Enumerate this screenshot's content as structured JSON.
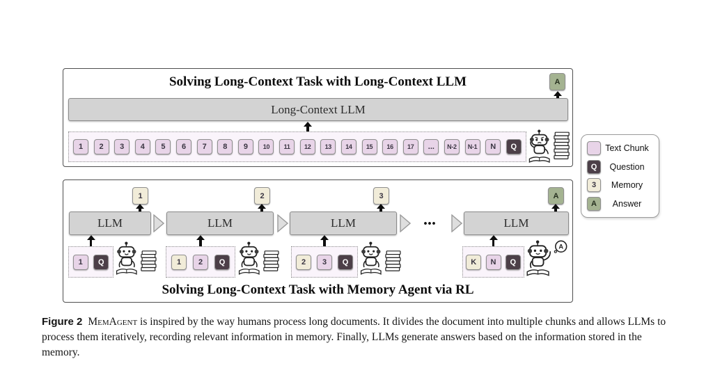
{
  "top_panel": {
    "title": "Solving Long-Context Task with Long-Context LLM",
    "llm_bar_label": "Long-Context LLM",
    "answer_box": "A",
    "question_box": "Q",
    "chunks": [
      "1",
      "2",
      "3",
      "4",
      "5",
      "6",
      "7",
      "8",
      "9",
      "10",
      "11",
      "12",
      "13",
      "14",
      "15",
      "16",
      "17",
      "...",
      "N-2",
      "N-1",
      "N"
    ]
  },
  "legend": {
    "items": [
      {
        "swatch_text": "",
        "swatch_type": "chunk",
        "label": "Text Chunk"
      },
      {
        "swatch_text": "Q",
        "swatch_type": "question",
        "label": "Question"
      },
      {
        "swatch_text": "3",
        "swatch_type": "memory",
        "label": "Memory"
      },
      {
        "swatch_text": "A",
        "swatch_type": "answer",
        "label": "Answer"
      }
    ]
  },
  "bottom_panel": {
    "title": "Solving Long-Context Task with Memory Agent via RL",
    "flow_ellipsis": "...",
    "units": [
      {
        "llm_label": "LLM",
        "output": {
          "text": "1",
          "type": "memory"
        },
        "inputs": [
          {
            "text": "1",
            "type": "chunk"
          },
          {
            "text": "Q",
            "type": "question"
          }
        ]
      },
      {
        "llm_label": "LLM",
        "output": {
          "text": "2",
          "type": "memory"
        },
        "inputs": [
          {
            "text": "1",
            "type": "memory"
          },
          {
            "text": "2",
            "type": "chunk"
          },
          {
            "text": "Q",
            "type": "question"
          }
        ]
      },
      {
        "llm_label": "LLM",
        "output": {
          "text": "3",
          "type": "memory"
        },
        "inputs": [
          {
            "text": "2",
            "type": "memory"
          },
          {
            "text": "3",
            "type": "chunk"
          },
          {
            "text": "Q",
            "type": "question"
          }
        ]
      },
      {
        "llm_label": "LLM",
        "output": {
          "text": "A",
          "type": "answer"
        },
        "bubble": "A",
        "inputs": [
          {
            "text": "K",
            "type": "memory"
          },
          {
            "text": "N",
            "type": "chunk"
          },
          {
            "text": "Q",
            "type": "question"
          }
        ]
      }
    ]
  },
  "caption": {
    "label": "Figure 2",
    "brand": "MemAgent",
    "text": "is inspired by the way humans process long documents. It divides the document into multiple chunks and allows LLMs to process them iteratively, recording relevant information in memory. Finally, LLMs generate answers based on the information stored in the memory."
  },
  "colors": {
    "chunk_bg": "#e8d4e8",
    "question_bg": "#4c3f48",
    "memory_bg": "#f1ecd9",
    "answer_bg": "#a4b391",
    "bar_bg": "#d3d3d3",
    "dashed_bg": "#faf4fb",
    "panel_border": "#4e4e4e"
  }
}
